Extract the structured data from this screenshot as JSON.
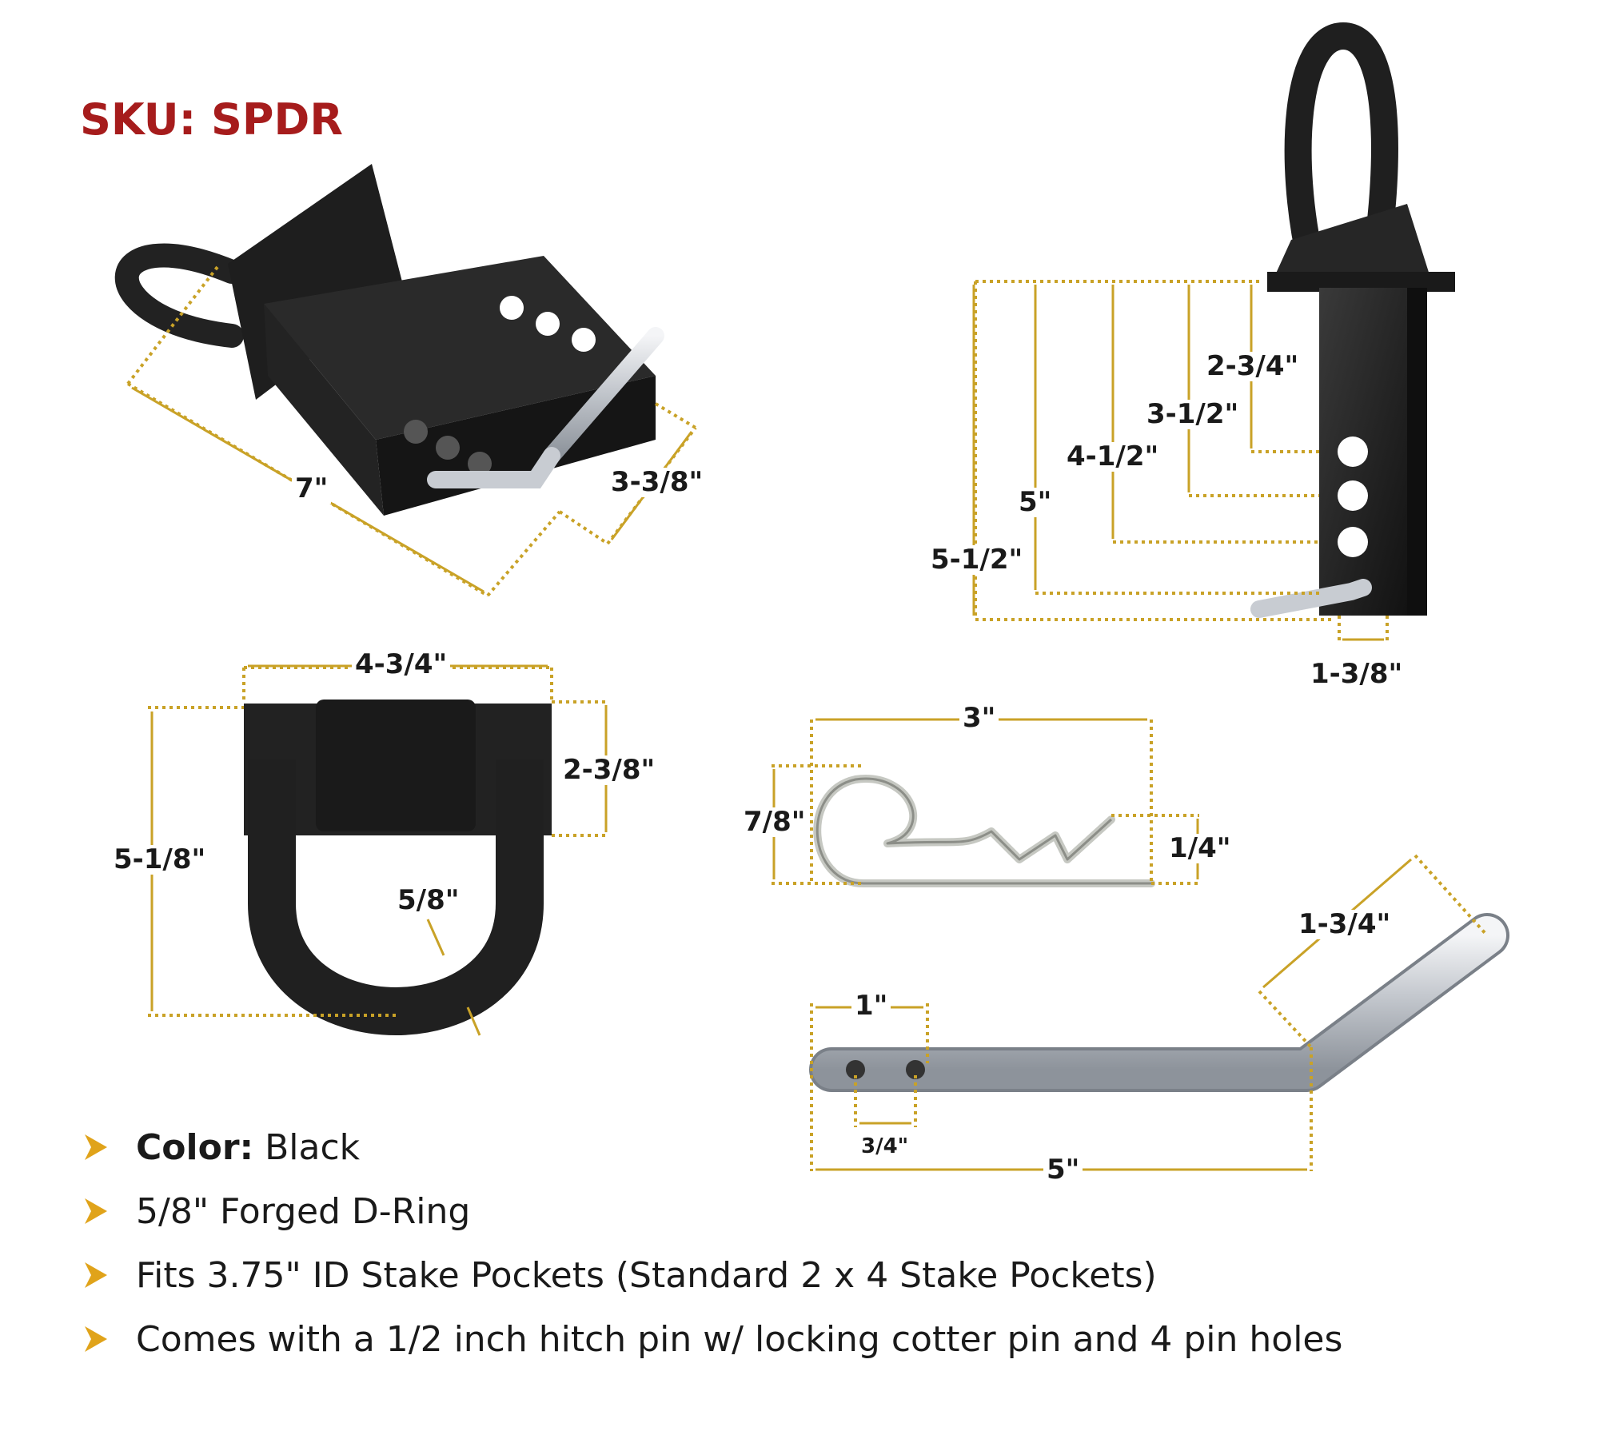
{
  "sku_label": "SKU: SPDR",
  "dimensions": {
    "pocket_length": "7\"",
    "pocket_width": "3-3/8\"",
    "plate_width": "4-3/4\"",
    "plate_height": "2-3/8\"",
    "overall_height": "5-1/8\"",
    "ring_diameter": "5/8\"",
    "hole_1": "2-3/4\"",
    "hole_2": "3-1/2\"",
    "hole_3": "4-1/2\"",
    "pin_position": "5\"",
    "body_length": "5-1/2\"",
    "body_depth": "1-3/8\"",
    "clip_length": "3\"",
    "clip_height": "7/8\"",
    "clip_gap": "1/4\"",
    "pin_end": "1\"",
    "pin_hole_spacing": "3/4\"",
    "pin_length": "5\"",
    "pin_handle": "1-3/4\""
  },
  "features": [
    {
      "label": "Color:",
      "value": " Black"
    },
    {
      "label": "",
      "value": "5/8\" Forged D-Ring"
    },
    {
      "label": "",
      "value": "Fits 3.75\" ID Stake Pockets (Standard 2 x 4 Stake Pockets)"
    },
    {
      "label": "",
      "value": "Comes with a 1/2 inch hitch pin w/ locking cotter pin and 4 pin holes"
    }
  ],
  "colors": {
    "sku": "#a61c1c",
    "dimension_line": "#c9a227",
    "bullet": "#e0a31a",
    "metal_black": "#1c1c1c",
    "zinc": "#c8ccd2"
  },
  "icons": [
    "chevron-right-icon"
  ]
}
